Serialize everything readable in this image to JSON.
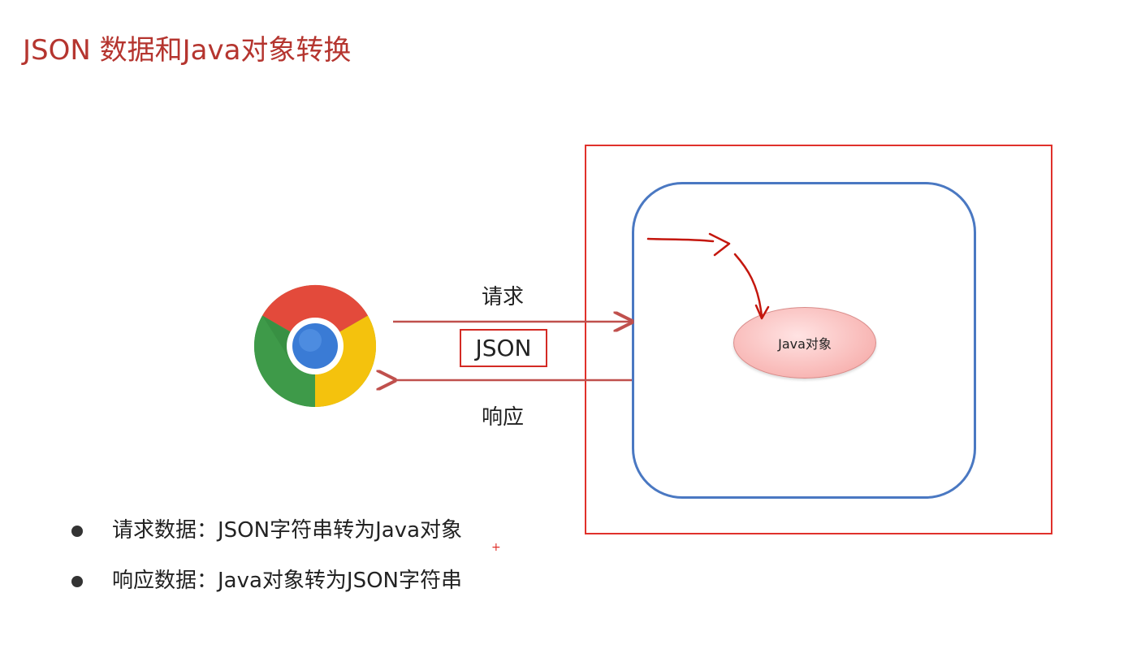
{
  "title": "JSON 数据和Java对象转换",
  "diagram": {
    "request_label": "请求",
    "json_label": "JSON",
    "response_label": "响应",
    "java_object_label": "Java对象"
  },
  "icons": {
    "browser": "chrome-browser-icon",
    "cursor": "plus-cursor-icon"
  },
  "colors": {
    "title": "#b5352f",
    "server_box": "#e0312b",
    "container": "#4a78c2",
    "arrows": "#c0504d",
    "annotation": "#c4170e"
  },
  "bullets": [
    {
      "text": "请求数据：JSON字符串转为Java对象"
    },
    {
      "text": "响应数据：Java对象转为JSON字符串"
    }
  ]
}
